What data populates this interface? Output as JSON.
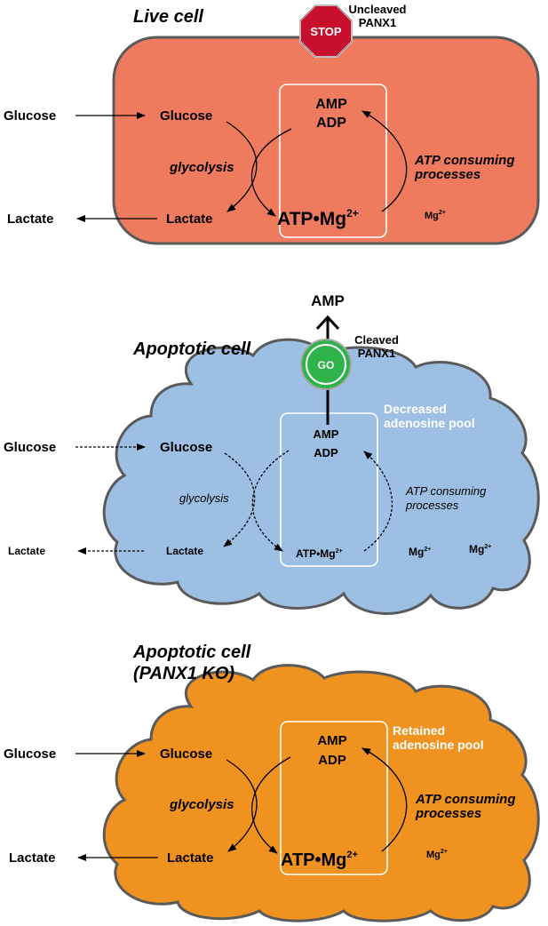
{
  "panel1": {
    "title": "Live cell",
    "stop_label": "STOP",
    "channel_label_1": "Uncleaved",
    "channel_label_2": "PANX1",
    "glucose_outside": "Glucose",
    "lactate_outside": "Lactate",
    "glucose_inside": "Glucose",
    "lactate_inside": "Lactate",
    "glycolysis": "glycolysis",
    "amp": "AMP",
    "adp": "ADP",
    "atp": "ATP•Mg",
    "atp_sup": "2+",
    "atp_consuming_1": "ATP consuming",
    "atp_consuming_2": "processes",
    "mg": "Mg",
    "mg_sup": "2+",
    "colors": {
      "fill": "#ef7b5f",
      "stroke": "#5a5a5a"
    }
  },
  "panel2": {
    "released": "AMP",
    "title": "Apoptotic cell",
    "go_label": "GO",
    "channel_label_1": "Cleaved",
    "channel_label_2": "PANX1",
    "pool_label_1": "Decreased",
    "pool_label_2": "adenosine pool",
    "glucose_outside": "Glucose",
    "lactate_outside": "Lactate",
    "glucose_inside": "Glucose",
    "lactate_inside": "Lactate",
    "glycolysis": "glycolysis",
    "amp": "AMP",
    "adp": "ADP",
    "atp": "ATP•Mg",
    "atp_sup": "2+",
    "atp_consuming_1": "ATP consuming",
    "atp_consuming_2": "processes",
    "mg_a": "Mg",
    "mg_a_sup": "2+",
    "mg_b": "Mg",
    "mg_b_sup": "2+",
    "colors": {
      "fill": "#9dbfe4",
      "stroke": "#5a5a5a",
      "go": "#2db34a"
    }
  },
  "panel3": {
    "title_1": "Apoptotic cell",
    "title_2": "(PANX1 KO)",
    "pool_label_1": "Retained",
    "pool_label_2": "adenosine pool",
    "glucose_outside": "Glucose",
    "lactate_outside": "Lactate",
    "glucose_inside": "Glucose",
    "lactate_inside": "Lactate",
    "glycolysis": "glycolysis",
    "amp": "AMP",
    "adp": "ADP",
    "atp": "ATP•Mg",
    "atp_sup": "2+",
    "atp_consuming_1": "ATP consuming",
    "atp_consuming_2": "processes",
    "mg": "Mg",
    "mg_sup": "2+",
    "colors": {
      "fill": "#f0921f",
      "stroke": "#5a5a5a"
    }
  }
}
